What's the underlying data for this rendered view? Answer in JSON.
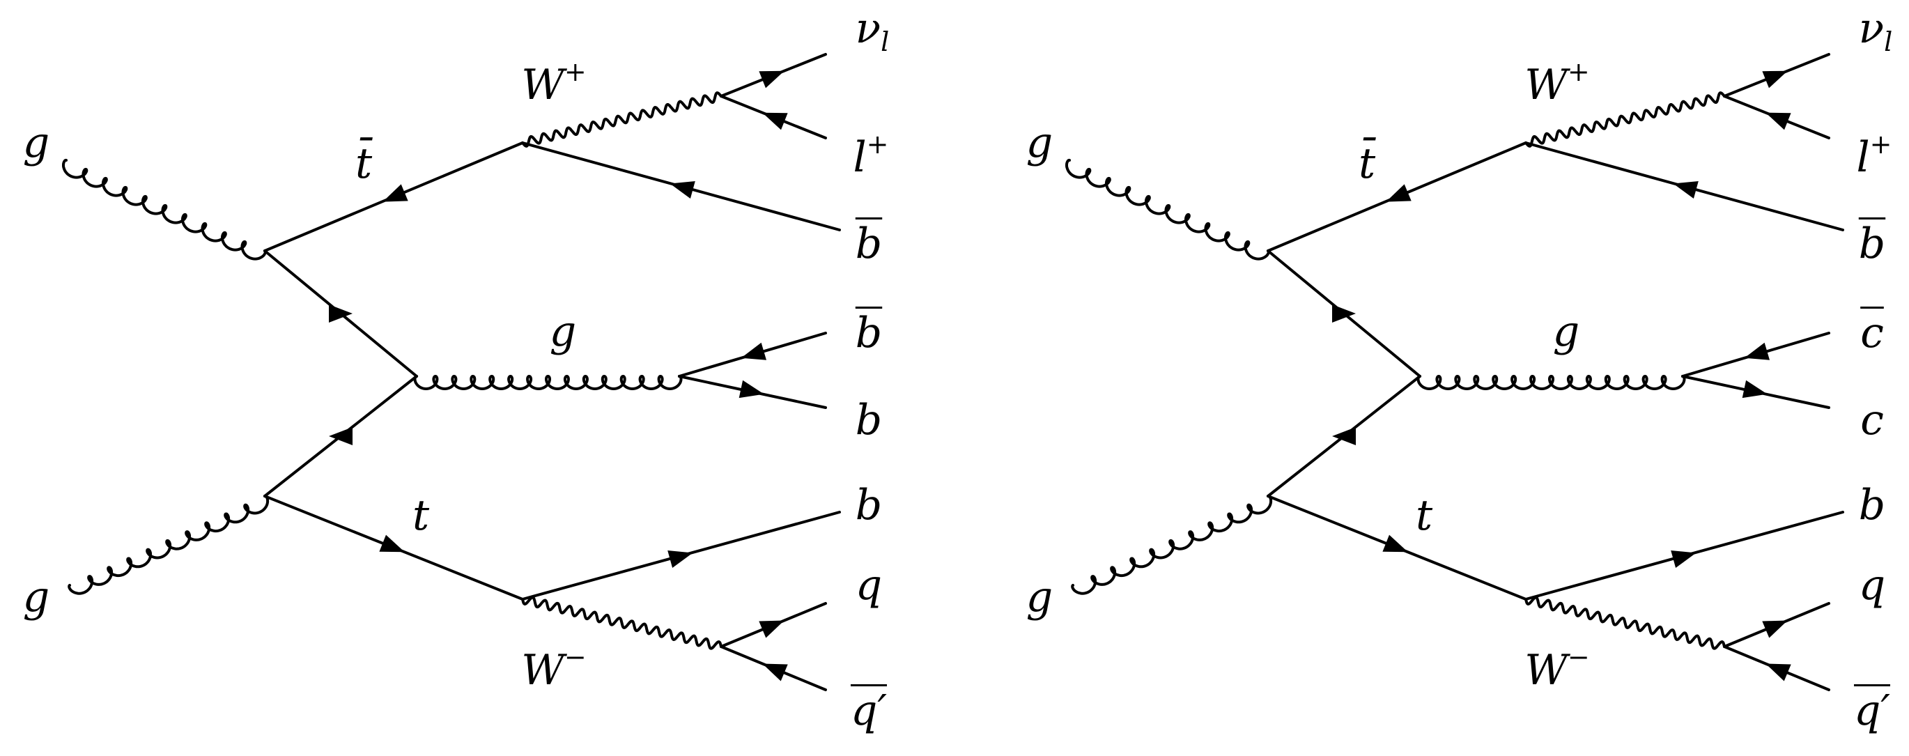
{
  "diagrams": [
    {
      "incoming": [
        "g",
        "g"
      ],
      "propagators": {
        "top_upper": "t̄",
        "top_lower": "t",
        "gluon": "g",
        "w_upper": "W",
        "w_upper_charge": "+",
        "w_lower": "W",
        "w_lower_charge": "−"
      },
      "outgoing": {
        "neutrino": "ν",
        "neutrino_sub": "l",
        "lepton": "l",
        "lepton_charge": "+",
        "b_upper": "b",
        "gluon_antiquark": "b",
        "gluon_quark": "b",
        "b_lower": "b",
        "q": "q",
        "qprime": "q′"
      }
    },
    {
      "incoming": [
        "g",
        "g"
      ],
      "propagators": {
        "top_upper": "t̄",
        "top_lower": "t",
        "gluon": "g",
        "w_upper": "W",
        "w_upper_charge": "+",
        "w_lower": "W",
        "w_lower_charge": "−"
      },
      "outgoing": {
        "neutrino": "ν",
        "neutrino_sub": "l",
        "lepton": "l",
        "lepton_charge": "+",
        "b_upper": "b",
        "gluon_antiquark": "c",
        "gluon_quark": "c",
        "b_lower": "b",
        "q": "q",
        "qprime": "q′"
      }
    }
  ]
}
